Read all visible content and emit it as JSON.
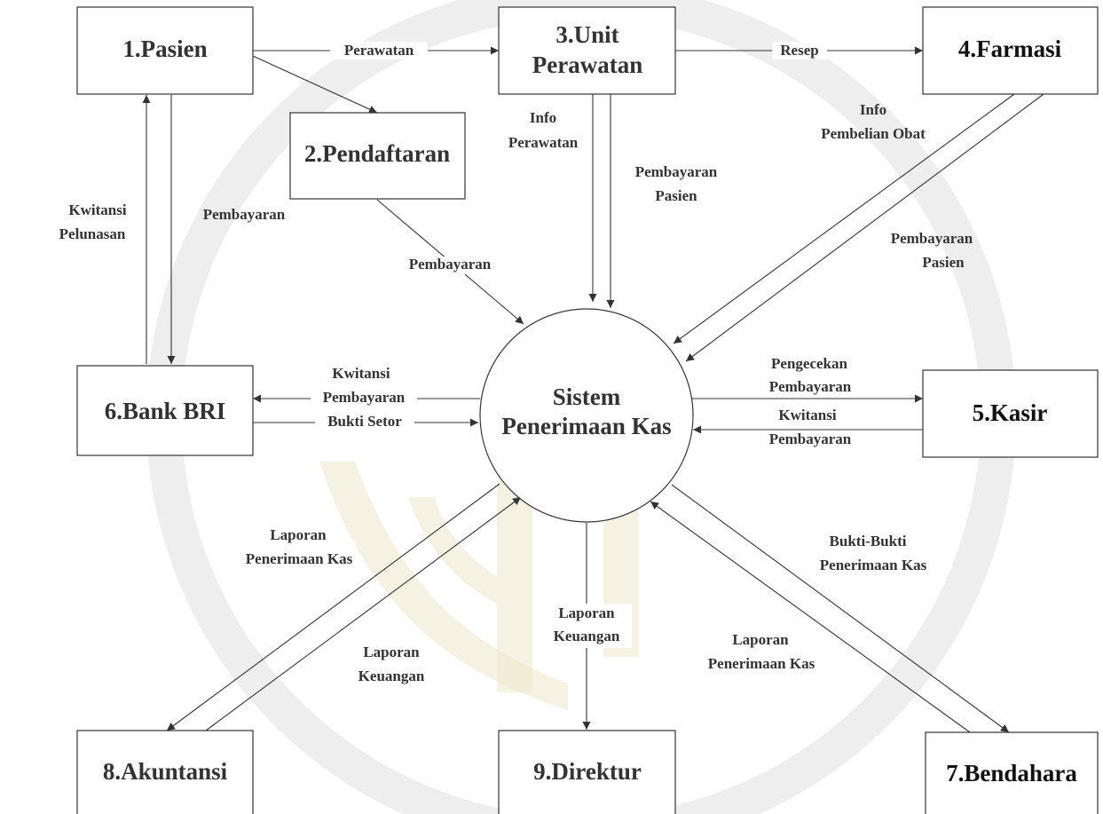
{
  "entities": {
    "pasien": "1.Pasien",
    "pendaftaran": "2.Pendaftaran",
    "unit_perawatan": [
      "3.Unit",
      "Perawatan"
    ],
    "farmasi": "4.Farmasi",
    "kasir": "5.Kasir",
    "bank": "6.Bank BRI",
    "bendahara": "7.Bendahara",
    "akuntansi": "8.Akuntansi",
    "direktur": "9.Direktur"
  },
  "process": [
    "Sistem",
    "Penerimaan Kas"
  ],
  "flows": {
    "perawatan": "Perawatan",
    "resep": "Resep",
    "info_perawatan": [
      "Info",
      "Perawatan"
    ],
    "pembayaran_pasien_unit": [
      "Pembayaran",
      "Pasien"
    ],
    "info_pembelian_obat": [
      "Info",
      "Pembelian Obat"
    ],
    "pembayaran_pasien_farmasi": [
      "Pembayaran",
      "Pasien"
    ],
    "kwitansi_pelunasan": [
      "Kwitansi",
      "Pelunasan"
    ],
    "pembayaran_pasien_bank": "Pembayaran",
    "pembayaran_pendaftaran": "Pembayaran",
    "kwitansi_pembayaran_bank": [
      "Kwitansi",
      "Pembayaran"
    ],
    "bukti_setor": "Bukti Setor",
    "pengecekan_pembayaran": [
      "Pengecekan",
      "Pembayaran"
    ],
    "kwitansi_pembayaran_kasir": [
      "Kwitansi",
      "Pembayaran"
    ],
    "laporan_penerimaan_kas_akuntansi": [
      "Laporan",
      "Penerimaan Kas"
    ],
    "laporan_keuangan_akuntansi": [
      "Laporan",
      "Keuangan"
    ],
    "laporan_keuangan_direktur": [
      "Laporan",
      "Keuangan"
    ],
    "bukti_bukti_penerimaan_kas": [
      "Bukti-Bukti",
      "Penerimaan Kas"
    ],
    "laporan_penerimaan_kas_bendahara": [
      "Laporan",
      "Penerimaan Kas"
    ]
  }
}
